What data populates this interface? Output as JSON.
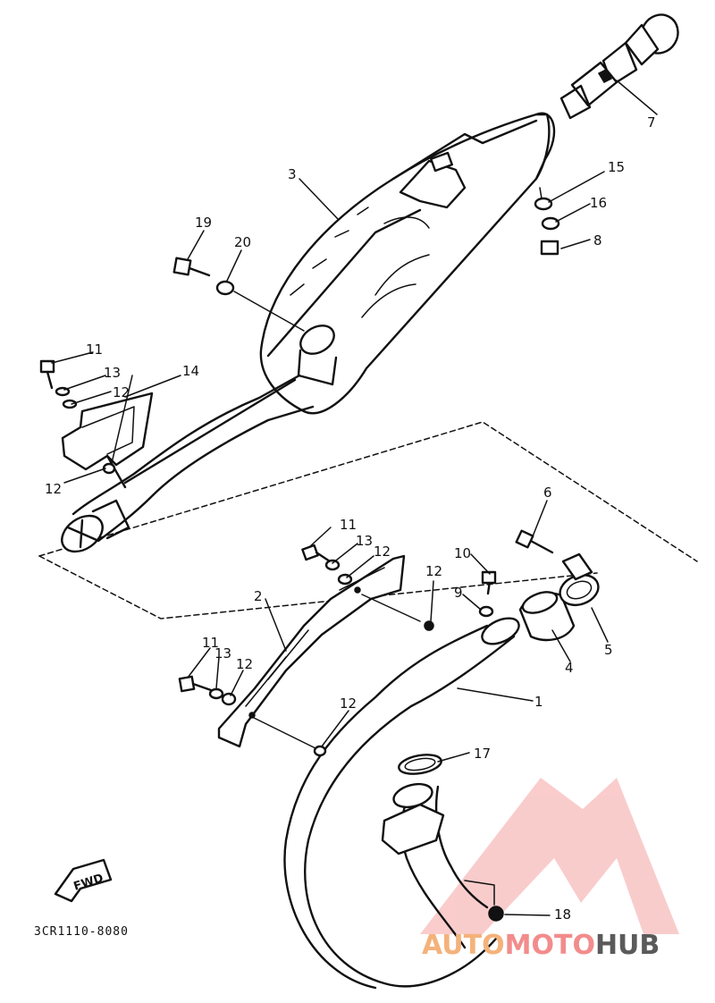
{
  "diagram": {
    "callouts": [
      "1",
      "2",
      "3",
      "4",
      "5",
      "6",
      "7",
      "8",
      "9",
      "10",
      "11",
      "12",
      "13",
      "14",
      "15",
      "16",
      "17",
      "18",
      "19",
      "20"
    ],
    "part_code": "3CR1110-8080",
    "fwd_label": "FWD"
  },
  "watermark": {
    "part1": "AUTO",
    "part2": "MOTO",
    "part3": "HUB",
    "colors": {
      "auto": "#f4b27b",
      "moto": "#f28c8c",
      "hub": "#5a5a5a",
      "logo": "#f5a3a3"
    }
  }
}
